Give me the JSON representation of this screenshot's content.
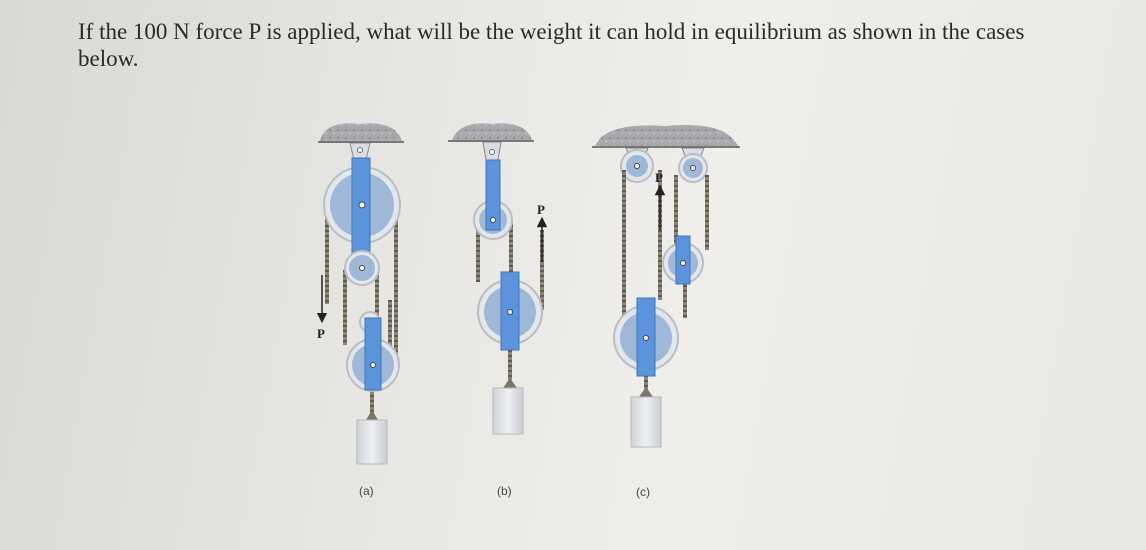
{
  "question": "If the 100 N force P is applied, what will be the weight it can hold in equilibrium as shown in the cases below.",
  "force_label": "P",
  "cases": [
    {
      "caption": "(a)"
    },
    {
      "caption": "(b)"
    },
    {
      "caption": "(c)"
    }
  ],
  "colors": {
    "pulley_face": "#9db6d6",
    "pulley_rim": "#e4e6ea",
    "strap": "#5c95dc",
    "rope": "#7a7566",
    "weight": "#e1e4e8",
    "ceiling": "#a8a8ac"
  }
}
